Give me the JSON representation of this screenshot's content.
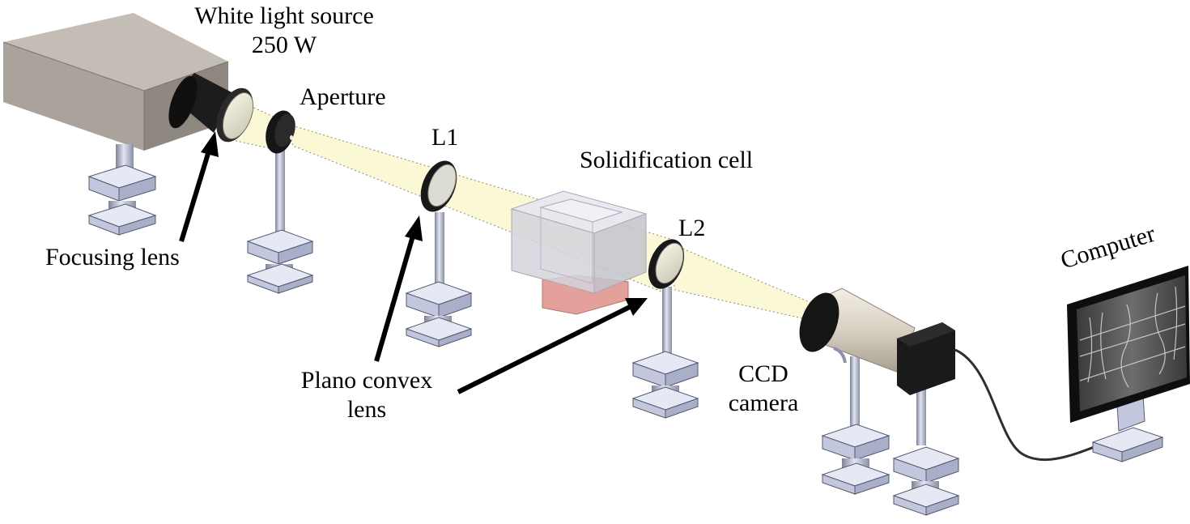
{
  "labels": {
    "light_source_line1": "White light source",
    "light_source_line2": "250 W",
    "aperture": "Aperture",
    "l1": "L1",
    "solidification_cell": "Solidification cell",
    "l2": "L2",
    "computer": "Computer",
    "focusing_lens": "Focusing lens",
    "plano_convex_line1": "Plano convex",
    "plano_convex_line2": "lens",
    "ccd_line1": "CCD",
    "ccd_line2": "camera"
  },
  "colors": {
    "housing": "#9b948d",
    "beam": "#fbf8d6",
    "cell_glass": "#d9d9e3",
    "cell_base": "#e4a09a",
    "stand": "#c9cde2",
    "lens_rim": "#151515",
    "arrow": "#000000"
  }
}
